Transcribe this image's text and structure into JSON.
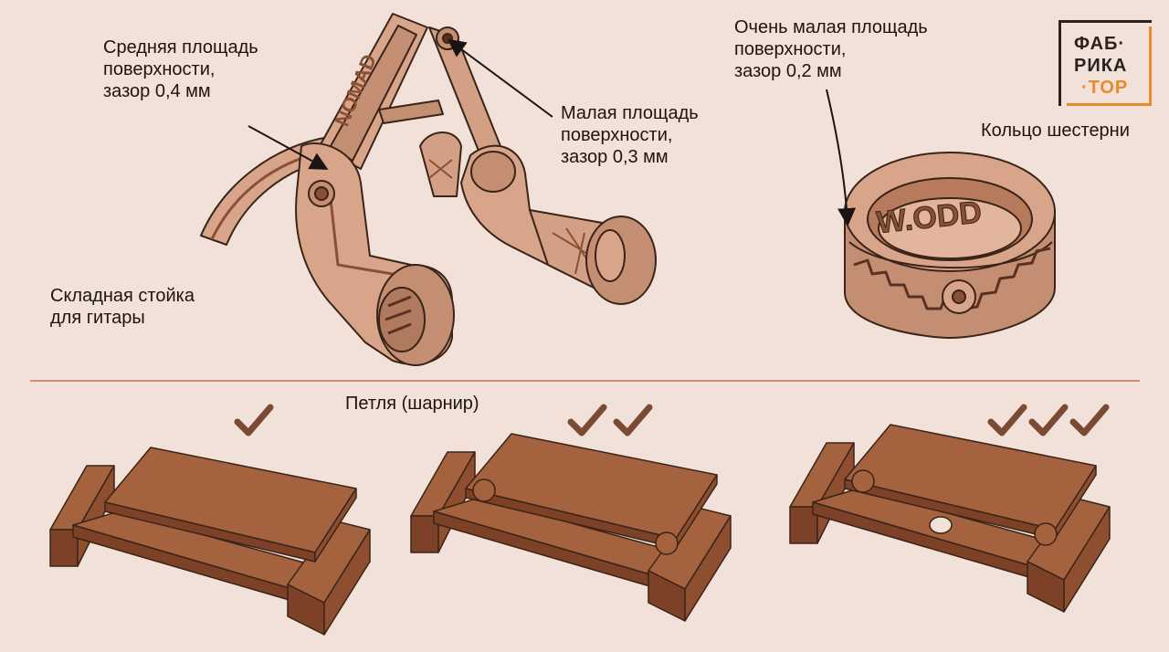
{
  "labels": {
    "medium_area": [
      "Средняя площадь",
      "поверхности,",
      "зазор 0,4 мм"
    ],
    "small_area": [
      "Малая площадь",
      "поверхности,",
      "зазор 0,3 мм"
    ],
    "very_small_area": [
      "Очень малая площадь",
      "поверхности,",
      "зазор 0,2 мм"
    ],
    "gear_ring": "Кольцо шестерни",
    "guitar_stand": [
      "Складная стойка",
      "для гитары"
    ],
    "hinge": "Петля (шарнир)"
  },
  "logo": {
    "line1": "ФАБ·",
    "line2": "РИКА",
    "line3": "·ТОР"
  },
  "hinge_ratings": [
    1,
    2,
    3
  ],
  "ring_text": "W.ODD",
  "stand_text": "NOMAD",
  "colors": {
    "background": "#f1e1d8",
    "part_light": "#d9a58a",
    "part_mid": "#b87a5c",
    "part_dark": "#8a5036",
    "outline": "#3a2418",
    "hinge_top": "#a5623f",
    "hinge_side": "#7c4127",
    "check": "#7a4a33",
    "divider": "#c98f6f",
    "logo_accent": "#e98a2e"
  }
}
